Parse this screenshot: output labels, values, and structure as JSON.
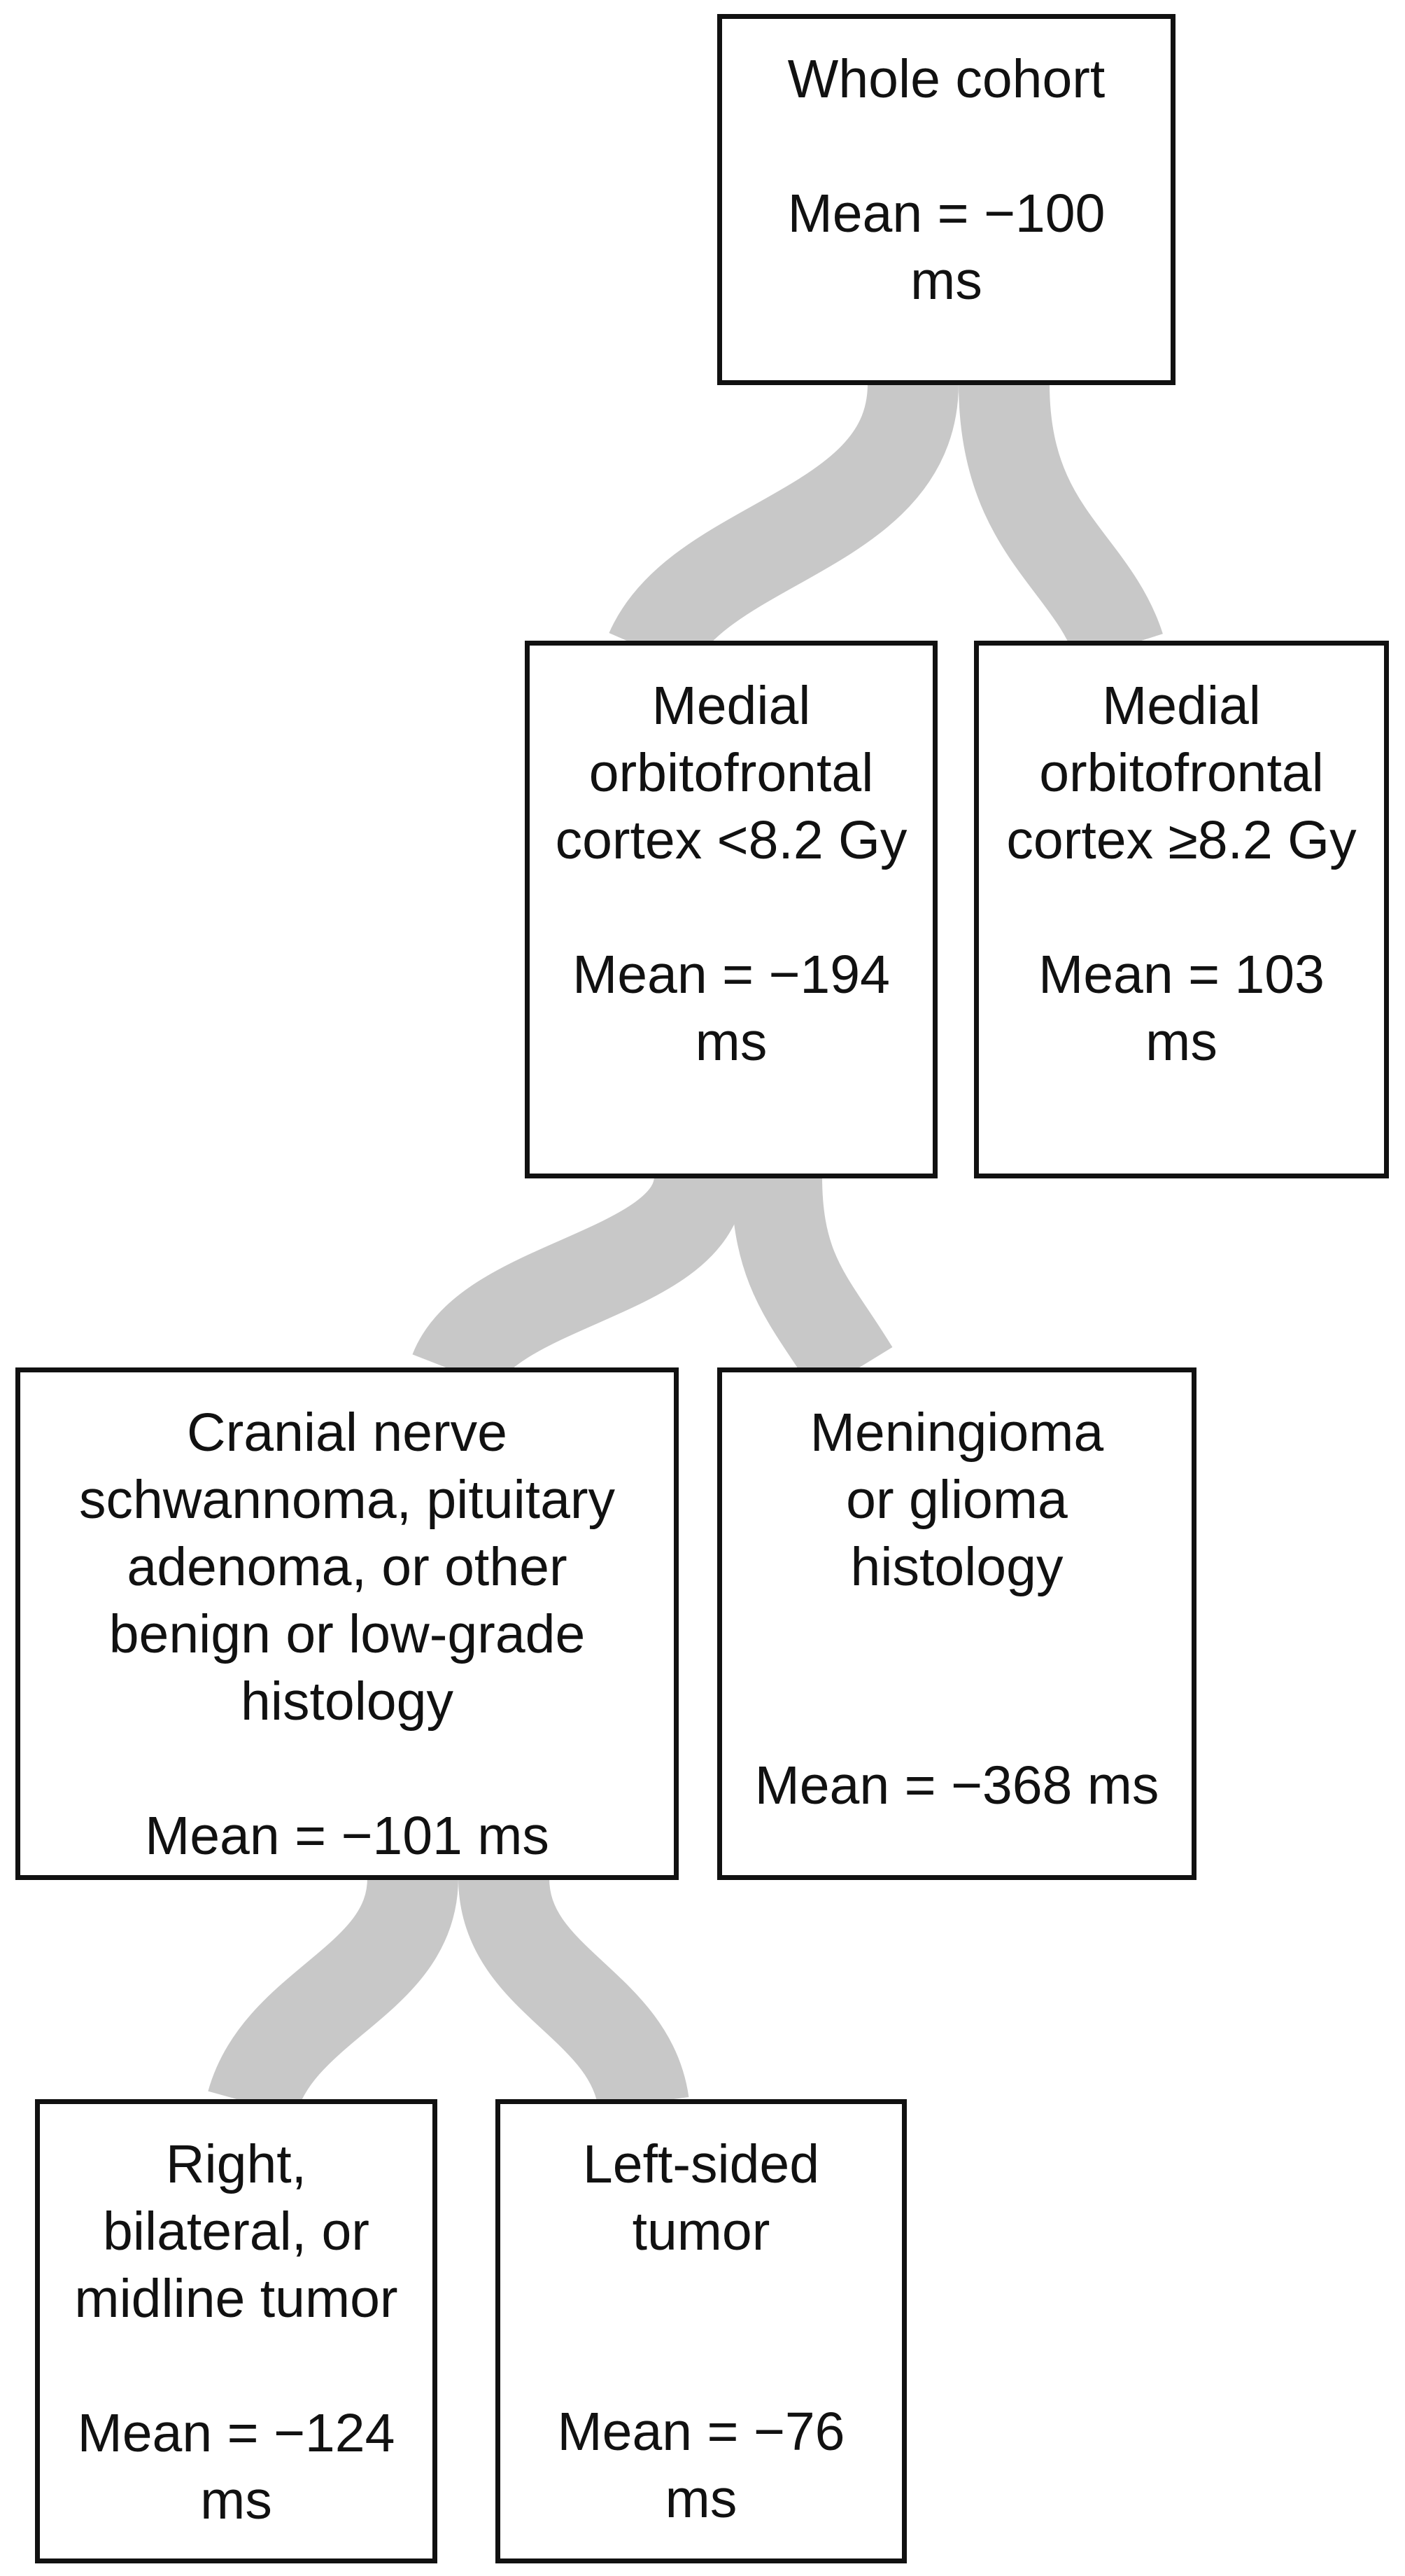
{
  "colors": {
    "connector": "#c8c8c8",
    "box_border": "#111111",
    "text": "#111111",
    "background": "#ffffff"
  },
  "nodes": {
    "root": {
      "label_lines": [
        "Whole cohort"
      ],
      "mean_lines": [
        "Mean = −100",
        "ms"
      ]
    },
    "mofc_low": {
      "label_lines": [
        "Medial",
        "orbitofrontal",
        "cortex <8.2 Gy"
      ],
      "mean_lines": [
        "Mean = −194",
        "ms"
      ]
    },
    "mofc_high": {
      "label_lines": [
        "Medial",
        "orbitofrontal",
        "cortex ≥8.2 Gy"
      ],
      "mean_lines": [
        "Mean = 103",
        "ms"
      ]
    },
    "benign": {
      "label_lines": [
        "Cranial nerve",
        "schwannoma, pituitary",
        "adenoma, or other",
        "benign or low-grade",
        "histology"
      ],
      "mean_lines": [
        "Mean = −101 ms"
      ]
    },
    "meningioma": {
      "label_lines": [
        "Meningioma",
        "or glioma",
        "histology"
      ],
      "mean_lines": [
        "Mean = −368 ms"
      ]
    },
    "right_side": {
      "label_lines": [
        "Right,",
        "bilateral, or",
        "midline tumor"
      ],
      "mean_lines": [
        "Mean = −124",
        "ms"
      ]
    },
    "left_side": {
      "label_lines": [
        "Left-sided",
        "tumor"
      ],
      "mean_lines": [
        "Mean = −76",
        "ms"
      ]
    }
  }
}
